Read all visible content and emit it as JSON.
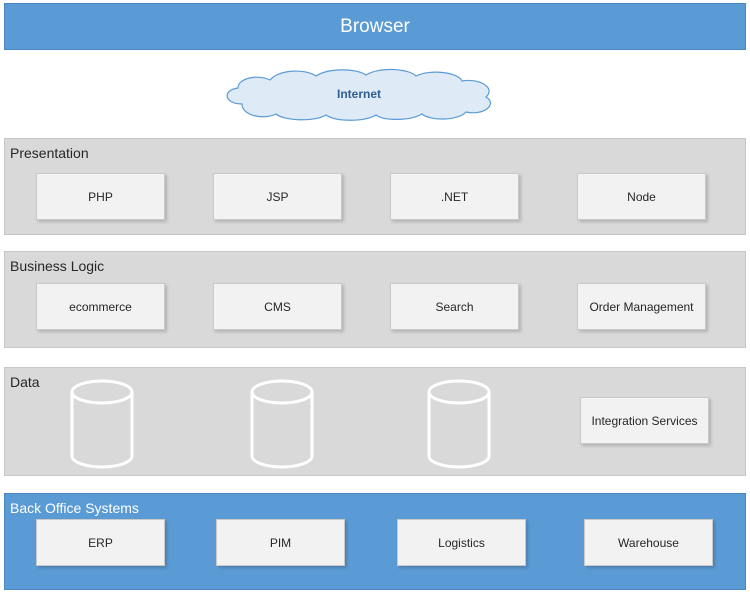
{
  "browser": {
    "title": "Browser"
  },
  "internet": {
    "label": "Internet"
  },
  "layers": {
    "presentation": {
      "title": "Presentation",
      "items": [
        "PHP",
        "JSP",
        ".NET",
        "Node"
      ]
    },
    "business": {
      "title": "Business Logic",
      "items": [
        "ecommerce",
        "CMS",
        "Search",
        "Order Management"
      ]
    },
    "data": {
      "title": "Data",
      "items": [
        "Integration Services"
      ],
      "database_icon": "cylinder-database-icon"
    },
    "back_office": {
      "title": "Back Office Systems",
      "items": [
        "ERP",
        "PIM",
        "Logistics",
        "Warehouse"
      ]
    }
  },
  "colors": {
    "accent_blue": "#5b9bd5",
    "layer_gray": "#d9d9d9",
    "box_fill": "#f2f2f2"
  }
}
